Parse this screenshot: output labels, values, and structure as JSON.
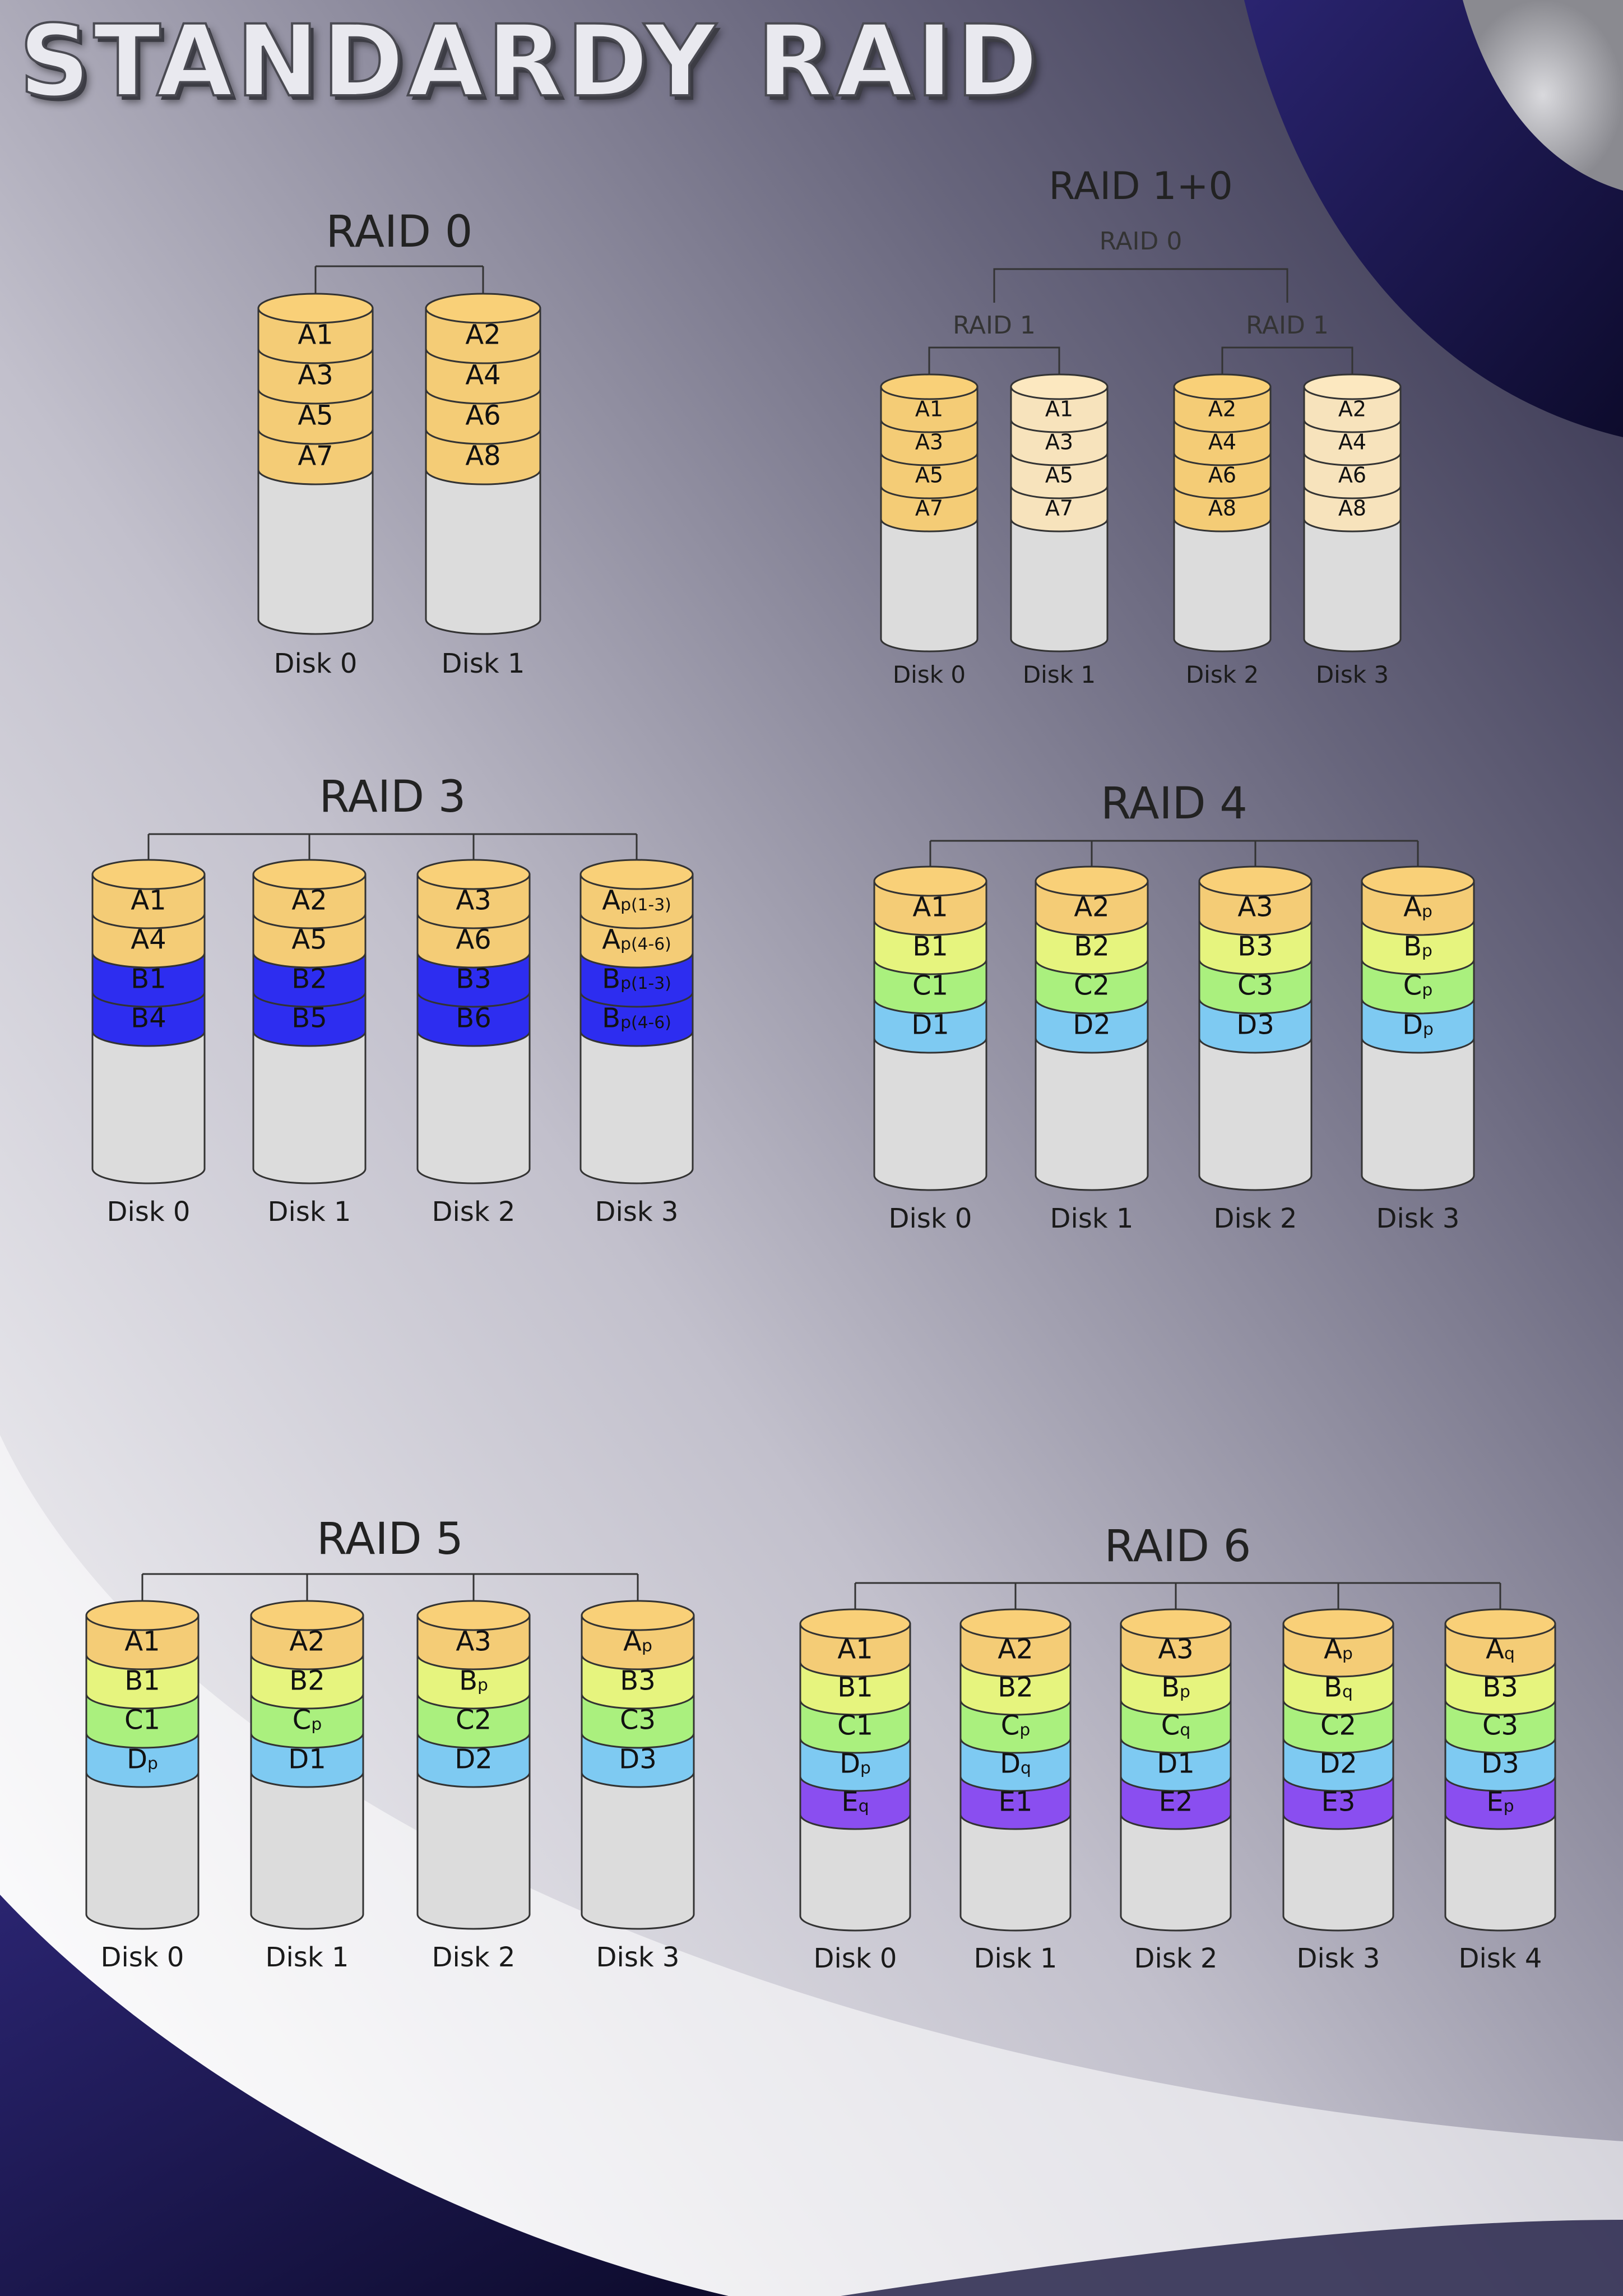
{
  "title": "STANDARDY RAID",
  "colors": {
    "A": "#f4cc76",
    "A_light": "#f7e3bc",
    "B": "#e6f47e",
    "B_dark": "#2d2df0",
    "C": "#aaf07e",
    "D": "#7ecaf2",
    "E": "#8a4ef0",
    "disk": "#dcdcdc",
    "stroke": "#333333"
  },
  "diagrams": [
    {
      "id": "raid0",
      "title": "RAID 0",
      "size": "small",
      "groups": [],
      "disks": [
        {
          "label": "Disk 0",
          "blocks": [
            {
              "text": "A1",
              "color": "A"
            },
            {
              "text": "A3",
              "color": "A"
            },
            {
              "text": "A5",
              "color": "A"
            },
            {
              "text": "A7",
              "color": "A"
            }
          ]
        },
        {
          "label": "Disk 1",
          "blocks": [
            {
              "text": "A2",
              "color": "A"
            },
            {
              "text": "A4",
              "color": "A"
            },
            {
              "text": "A6",
              "color": "A"
            },
            {
              "text": "A8",
              "color": "A"
            }
          ]
        }
      ]
    },
    {
      "id": "raid10",
      "title": "RAID 1+0",
      "size": "small",
      "top_label": "RAID 0",
      "groups": [
        "RAID 1",
        "RAID 1"
      ],
      "disks": [
        {
          "label": "Disk 0",
          "blocks": [
            {
              "text": "A1",
              "color": "A"
            },
            {
              "text": "A3",
              "color": "A"
            },
            {
              "text": "A5",
              "color": "A"
            },
            {
              "text": "A7",
              "color": "A"
            }
          ]
        },
        {
          "label": "Disk 1",
          "blocks": [
            {
              "text": "A1",
              "color": "A_light"
            },
            {
              "text": "A3",
              "color": "A_light"
            },
            {
              "text": "A5",
              "color": "A_light"
            },
            {
              "text": "A7",
              "color": "A_light"
            }
          ]
        },
        {
          "label": "Disk 2",
          "blocks": [
            {
              "text": "A2",
              "color": "A"
            },
            {
              "text": "A4",
              "color": "A"
            },
            {
              "text": "A6",
              "color": "A"
            },
            {
              "text": "A8",
              "color": "A"
            }
          ]
        },
        {
          "label": "Disk 3",
          "blocks": [
            {
              "text": "A2",
              "color": "A_light"
            },
            {
              "text": "A4",
              "color": "A_light"
            },
            {
              "text": "A6",
              "color": "A_light"
            },
            {
              "text": "A8",
              "color": "A_light"
            }
          ]
        }
      ]
    },
    {
      "id": "raid3",
      "title": "RAID 3",
      "size": "large",
      "groups": [],
      "disks": [
        {
          "label": "Disk 0",
          "blocks": [
            {
              "text": "A1",
              "color": "A"
            },
            {
              "text": "A4",
              "color": "A"
            },
            {
              "text": "B1",
              "color": "B_dark"
            },
            {
              "text": "B4",
              "color": "B_dark"
            }
          ]
        },
        {
          "label": "Disk 1",
          "blocks": [
            {
              "text": "A2",
              "color": "A"
            },
            {
              "text": "A5",
              "color": "A"
            },
            {
              "text": "B2",
              "color": "B_dark"
            },
            {
              "text": "B5",
              "color": "B_dark"
            }
          ]
        },
        {
          "label": "Disk 2",
          "blocks": [
            {
              "text": "A3",
              "color": "A"
            },
            {
              "text": "A6",
              "color": "A"
            },
            {
              "text": "B3",
              "color": "B_dark"
            },
            {
              "text": "B6",
              "color": "B_dark"
            }
          ]
        },
        {
          "label": "Disk 3",
          "blocks": [
            {
              "text": "A",
              "sub": "p(1-3)",
              "color": "A"
            },
            {
              "text": "A",
              "sub": "p(4-6)",
              "color": "A"
            },
            {
              "text": "B",
              "sub": "p(1-3)",
              "color": "B_dark"
            },
            {
              "text": "B",
              "sub": "p(4-6)",
              "color": "B_dark"
            }
          ]
        }
      ]
    },
    {
      "id": "raid4",
      "title": "RAID 4",
      "size": "large",
      "groups": [],
      "disks": [
        {
          "label": "Disk 0",
          "blocks": [
            {
              "text": "A1",
              "color": "A"
            },
            {
              "text": "B1",
              "color": "B"
            },
            {
              "text": "C1",
              "color": "C"
            },
            {
              "text": "D1",
              "color": "D"
            }
          ]
        },
        {
          "label": "Disk 1",
          "blocks": [
            {
              "text": "A2",
              "color": "A"
            },
            {
              "text": "B2",
              "color": "B"
            },
            {
              "text": "C2",
              "color": "C"
            },
            {
              "text": "D2",
              "color": "D"
            }
          ]
        },
        {
          "label": "Disk 2",
          "blocks": [
            {
              "text": "A3",
              "color": "A"
            },
            {
              "text": "B3",
              "color": "B"
            },
            {
              "text": "C3",
              "color": "C"
            },
            {
              "text": "D3",
              "color": "D"
            }
          ]
        },
        {
          "label": "Disk 3",
          "blocks": [
            {
              "text": "A",
              "sub": "p",
              "color": "A"
            },
            {
              "text": "B",
              "sub": "p",
              "color": "B"
            },
            {
              "text": "C",
              "sub": "p",
              "color": "C"
            },
            {
              "text": "D",
              "sub": "p",
              "color": "D"
            }
          ]
        }
      ]
    },
    {
      "id": "raid5",
      "title": "RAID 5",
      "size": "large",
      "groups": [],
      "disks": [
        {
          "label": "Disk 0",
          "blocks": [
            {
              "text": "A1",
              "color": "A"
            },
            {
              "text": "B1",
              "color": "B"
            },
            {
              "text": "C1",
              "color": "C"
            },
            {
              "text": "D",
              "sub": "p",
              "color": "D"
            }
          ]
        },
        {
          "label": "Disk 1",
          "blocks": [
            {
              "text": "A2",
              "color": "A"
            },
            {
              "text": "B2",
              "color": "B"
            },
            {
              "text": "C",
              "sub": "p",
              "color": "C"
            },
            {
              "text": "D1",
              "color": "D"
            }
          ]
        },
        {
          "label": "Disk 2",
          "blocks": [
            {
              "text": "A3",
              "color": "A"
            },
            {
              "text": "B",
              "sub": "p",
              "color": "B"
            },
            {
              "text": "C2",
              "color": "C"
            },
            {
              "text": "D2",
              "color": "D"
            }
          ]
        },
        {
          "label": "Disk 3",
          "blocks": [
            {
              "text": "A",
              "sub": "p",
              "color": "A"
            },
            {
              "text": "B3",
              "color": "B"
            },
            {
              "text": "C3",
              "color": "C"
            },
            {
              "text": "D3",
              "color": "D"
            }
          ]
        }
      ]
    },
    {
      "id": "raid6",
      "title": "RAID 6",
      "size": "large",
      "groups": [],
      "disks": [
        {
          "label": "Disk 0",
          "blocks": [
            {
              "text": "A1",
              "color": "A"
            },
            {
              "text": "B1",
              "color": "B"
            },
            {
              "text": "C1",
              "color": "C"
            },
            {
              "text": "D",
              "sub": "p",
              "color": "D"
            },
            {
              "text": "E",
              "sub": "q",
              "color": "E"
            }
          ]
        },
        {
          "label": "Disk 1",
          "blocks": [
            {
              "text": "A2",
              "color": "A"
            },
            {
              "text": "B2",
              "color": "B"
            },
            {
              "text": "C",
              "sub": "p",
              "color": "C"
            },
            {
              "text": "D",
              "sub": "q",
              "color": "D"
            },
            {
              "text": "E1",
              "color": "E"
            }
          ]
        },
        {
          "label": "Disk 2",
          "blocks": [
            {
              "text": "A3",
              "color": "A"
            },
            {
              "text": "B",
              "sub": "p",
              "color": "B"
            },
            {
              "text": "C",
              "sub": "q",
              "color": "C"
            },
            {
              "text": "D1",
              "color": "D"
            },
            {
              "text": "E2",
              "color": "E"
            }
          ]
        },
        {
          "label": "Disk 3",
          "blocks": [
            {
              "text": "A",
              "sub": "p",
              "color": "A"
            },
            {
              "text": "B",
              "sub": "q",
              "color": "B"
            },
            {
              "text": "C2",
              "color": "C"
            },
            {
              "text": "D2",
              "color": "D"
            },
            {
              "text": "E3",
              "color": "E"
            }
          ]
        },
        {
          "label": "Disk 4",
          "blocks": [
            {
              "text": "A",
              "sub": "q",
              "color": "A"
            },
            {
              "text": "B3",
              "color": "B"
            },
            {
              "text": "C3",
              "color": "C"
            },
            {
              "text": "D3",
              "color": "D"
            },
            {
              "text": "E",
              "sub": "p",
              "color": "E"
            }
          ]
        }
      ]
    }
  ]
}
